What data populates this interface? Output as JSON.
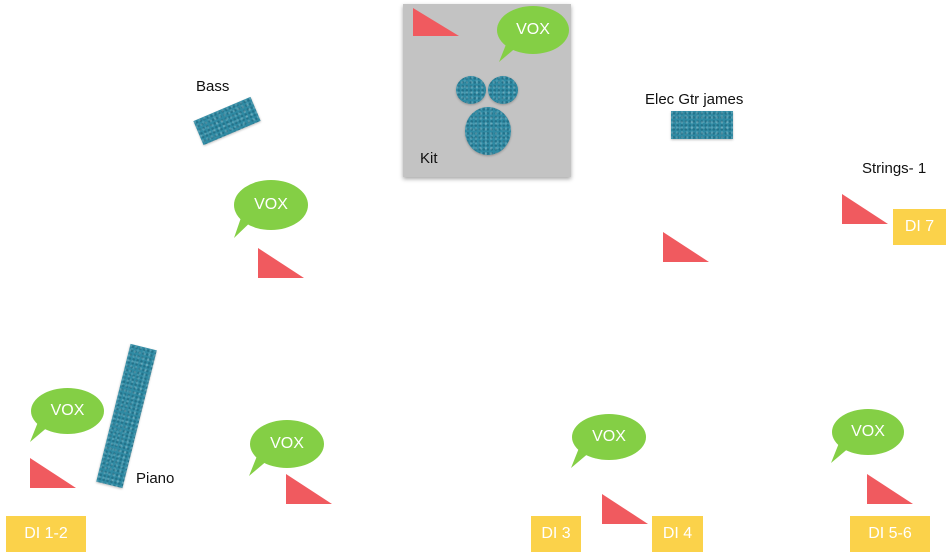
{
  "labels": {
    "bass": "Bass",
    "kit": "Kit",
    "elec_gtr": "Elec Gtr james",
    "strings": "Strings- 1",
    "piano": "Piano"
  },
  "vox_label": "VOX",
  "di": {
    "di_1_2": "DI 1-2",
    "di_3": "DI 3",
    "di_4": "DI 4",
    "di_5_6": "DI 5-6",
    "di_7": "DI 7"
  },
  "colors": {
    "monitor_wedge": "#f05a5f",
    "vox_bubble": "#84cf45",
    "di_box": "#fbd24a",
    "instrument": "#2f8aa3",
    "kit_riser": "#c3c3c3"
  }
}
